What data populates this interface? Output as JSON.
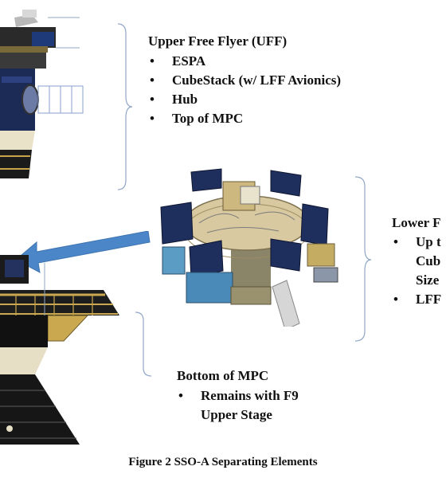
{
  "uff": {
    "title": "Upper Free Flyer (UFF)",
    "items": [
      "ESPA",
      "CubeStack (w/ LFF Avionics)",
      "Hub",
      "Top of MPC"
    ]
  },
  "lff": {
    "title": "Lower F",
    "items": [
      {
        "lines": [
          "Up t",
          "Cub",
          "Size"
        ]
      },
      {
        "lines": [
          "LFF"
        ]
      }
    ]
  },
  "mpc_bottom": {
    "title": "Bottom of MPC",
    "item_lines": [
      "Remains with F9",
      "Upper Stage"
    ]
  },
  "caption": "Figure 2 SSO-A Separating Elements",
  "colors": {
    "arrow": "#4a86c8",
    "bracket": "#8fa6c6",
    "panel_blue": "#1e2f5e",
    "gold": "#c9a84f",
    "dark": "#1a1a1a"
  }
}
